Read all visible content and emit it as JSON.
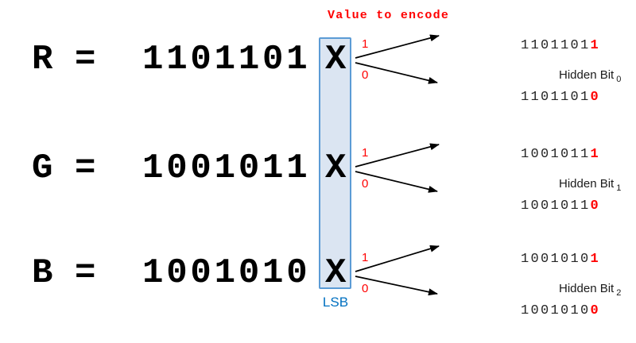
{
  "heading": {
    "value_to_encode": "Value to encode"
  },
  "lsb": {
    "caption": "LSB"
  },
  "rows": [
    {
      "label": "R",
      "equals": "=",
      "bits": "1101101",
      "placeholder": "X",
      "branch_one": "1",
      "branch_zero": "0",
      "result_one_prefix": "1101101",
      "result_one_bit": "1",
      "result_zero_prefix": "1101101",
      "result_zero_bit": "0",
      "hidden_label": "Hidden Bit",
      "hidden_sub": "0"
    },
    {
      "label": "G",
      "equals": "=",
      "bits": "1001011",
      "placeholder": "X",
      "branch_one": "1",
      "branch_zero": "0",
      "result_one_prefix": "1001011",
      "result_one_bit": "1",
      "result_zero_prefix": "1001011",
      "result_zero_bit": "0",
      "hidden_label": "Hidden Bit",
      "hidden_sub": "1"
    },
    {
      "label": "B",
      "equals": "=",
      "bits": "1001010",
      "placeholder": "X",
      "branch_one": "1",
      "branch_zero": "0",
      "result_one_prefix": "1001010",
      "result_one_bit": "1",
      "result_zero_prefix": "1001010",
      "result_zero_bit": "0",
      "hidden_label": "Hidden Bit",
      "hidden_sub": "2"
    }
  ],
  "colors": {
    "page_bg": "#ffffff",
    "ink": "#000000",
    "red": "#ff0000",
    "lsb_blue": "#0070c0",
    "box_fill": "#dbe5f2",
    "box_border": "#5b9bd5",
    "result_text": "#262626"
  }
}
